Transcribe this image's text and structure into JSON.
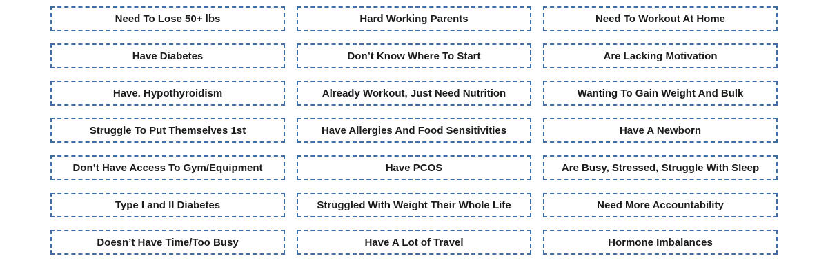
{
  "items": [
    "Need To Lose 50+ lbs",
    "Hard Working Parents",
    "Need To Workout At Home",
    "Have Diabetes",
    "Don’t Know Where To Start",
    "Are Lacking Motivation",
    "Have. Hypothyroidism",
    "Already Workout, Just Need Nutrition",
    "Wanting To Gain Weight And Bulk",
    "Struggle To Put Themselves 1st",
    "Have Allergies And Food Sensitivities",
    "Have A Newborn",
    "Don’t Have Access To Gym/Equipment",
    "Have PCOS",
    "Are Busy, Stressed, Struggle With Sleep",
    "Type I and II Diabetes",
    "Struggled With Weight Their Whole Life",
    "Need More Accountability",
    "Doesn’t Have Time/Too Busy",
    "Have A Lot of Travel",
    "Hormone Imbalances"
  ],
  "colors": {
    "border": "#3d6ea8",
    "text": "#1b1b1b",
    "background": "#ffffff"
  }
}
